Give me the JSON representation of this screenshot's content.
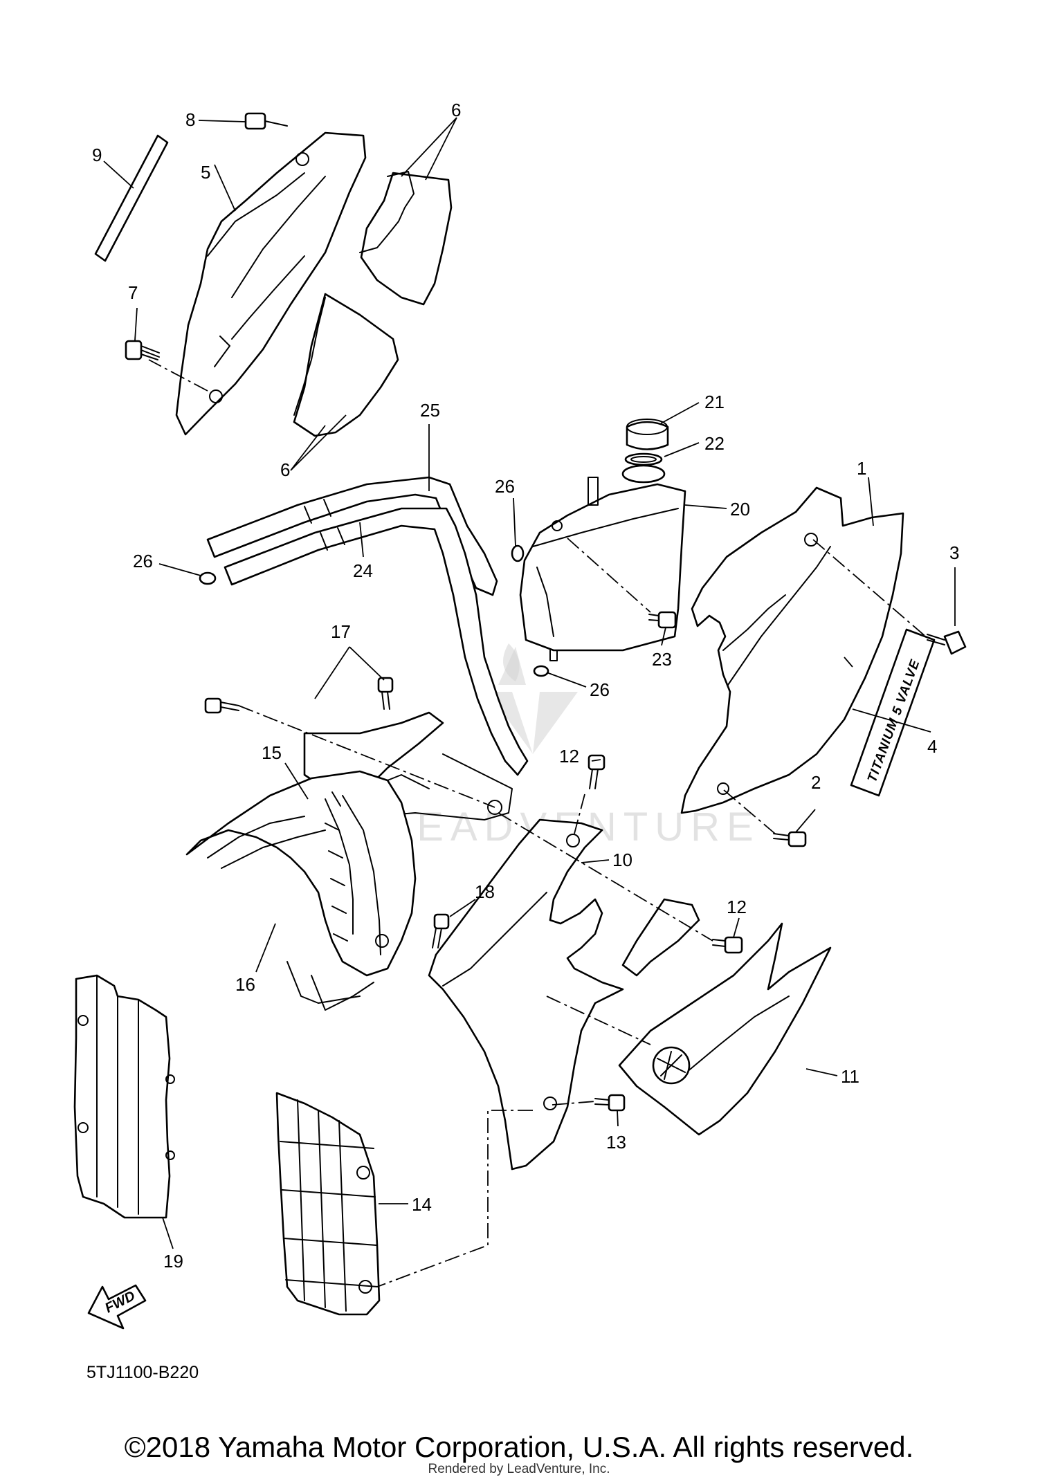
{
  "callouts": {
    "c1": "1",
    "c2": "2",
    "c3": "3",
    "c4": "4",
    "c5": "5",
    "c6a": "6",
    "c6b": "6",
    "c7": "7",
    "c8": "8",
    "c9": "9",
    "c10": "10",
    "c11": "11",
    "c12a": "12",
    "c12b": "12",
    "c13": "13",
    "c14": "14",
    "c15": "15",
    "c16": "16",
    "c17": "17",
    "c18": "18",
    "c19": "19",
    "c20": "20",
    "c21": "21",
    "c22": "22",
    "c23": "23",
    "c24": "24",
    "c25": "25",
    "c26a": "26",
    "c26b": "26",
    "c26c": "26"
  },
  "sticker_text": "TITANIUM 5 VALVE",
  "fwd_label": "FWD",
  "diagram_code": "5TJ1100-B220",
  "watermark": "LEADVENTURE",
  "footer": {
    "copyright": "©2018 Yamaha Motor Corporation, U.S.A. All rights reserved.",
    "rendered_by": "Rendered by LeadVenture, Inc."
  }
}
